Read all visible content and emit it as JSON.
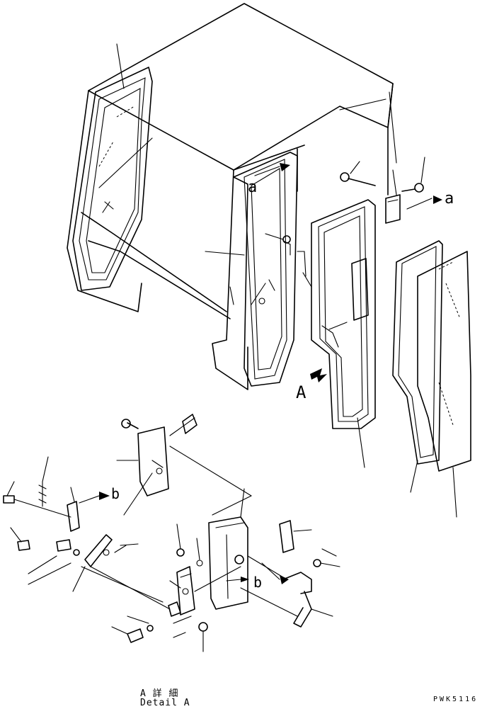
{
  "labels": {
    "a_top": "a",
    "a_right": "a",
    "view_marker": "A",
    "b_left": "b",
    "b_right": "b",
    "caption_jp": "A 詳 細",
    "caption_en": "Detail A",
    "drawing_code": "PWK5116"
  }
}
